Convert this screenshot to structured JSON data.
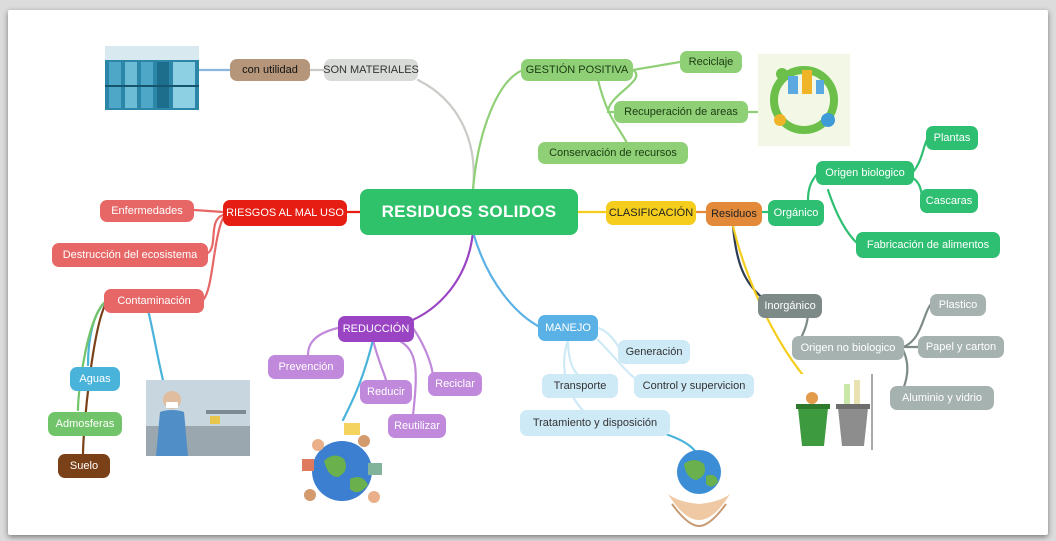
{
  "map": {
    "central": "RESIDUOS SOLIDOS",
    "son_materiales": "SON MATERIALES",
    "con_utilidad": "con utilidad",
    "gestion_positiva": "GESTIÓN POSITIVA",
    "reciclaje": "Reciclaje",
    "recuperacion": "Recuperación de areas",
    "conservacion": "Conservación de recursos",
    "clasificacion": "CLASIFICACIÓN",
    "residuos": "Residuos",
    "organico": "Orgánico",
    "origen_biologico": "Origen biologico",
    "plantas": "Plantas",
    "cascaras": "Cascaras",
    "fabricacion": "Fabricación de alimentos",
    "inorganico": "Inorgánico",
    "origen_no_biologico": "Origen no biologico",
    "plastico": "Plastico",
    "papel": "Papel y carton",
    "aluminio": "Aluminio y vidrio",
    "riesgos": "RIESGOS AL MAL USO",
    "enfermedades": "Enfermedades",
    "destruccion": "Destrucción del ecosistema",
    "contaminacion": "Contaminación",
    "aguas": "Aguas",
    "admosferas": "Admosferas",
    "suelo": "Suelo",
    "reduccion": "REDUCCIÓN",
    "prevencion": "Prevención",
    "reducir": "Reducir",
    "reutilizar": "Reutilizar",
    "reciclar": "Reciclar",
    "manejo": "MANEJO",
    "generacion": "Generación",
    "transporte": "Transporte",
    "control": "Control y supervicion",
    "tratamiento": "Tratamiento y disposición"
  },
  "images": {
    "building": "building-photo",
    "recycling_city": "recycling-city-illustration",
    "bins": "recycling-bins-illustration",
    "masked_person": "person-with-mask-photo",
    "globe": "globe-with-children-illustration",
    "hands_earth": "hands-holding-earth-illustration"
  },
  "colors": {
    "central": "#2fc26a",
    "gestion": "#8fd077",
    "riesgos": "#e51d12",
    "contaminacion": "#e76767",
    "clasificacion": "#f4cd1d",
    "residuos": "#e28a3a",
    "organico": "#2fbf72",
    "inorganico": "#7d8a88",
    "reduccion": "#9a44c4",
    "manejo": "#5ab1e6"
  }
}
